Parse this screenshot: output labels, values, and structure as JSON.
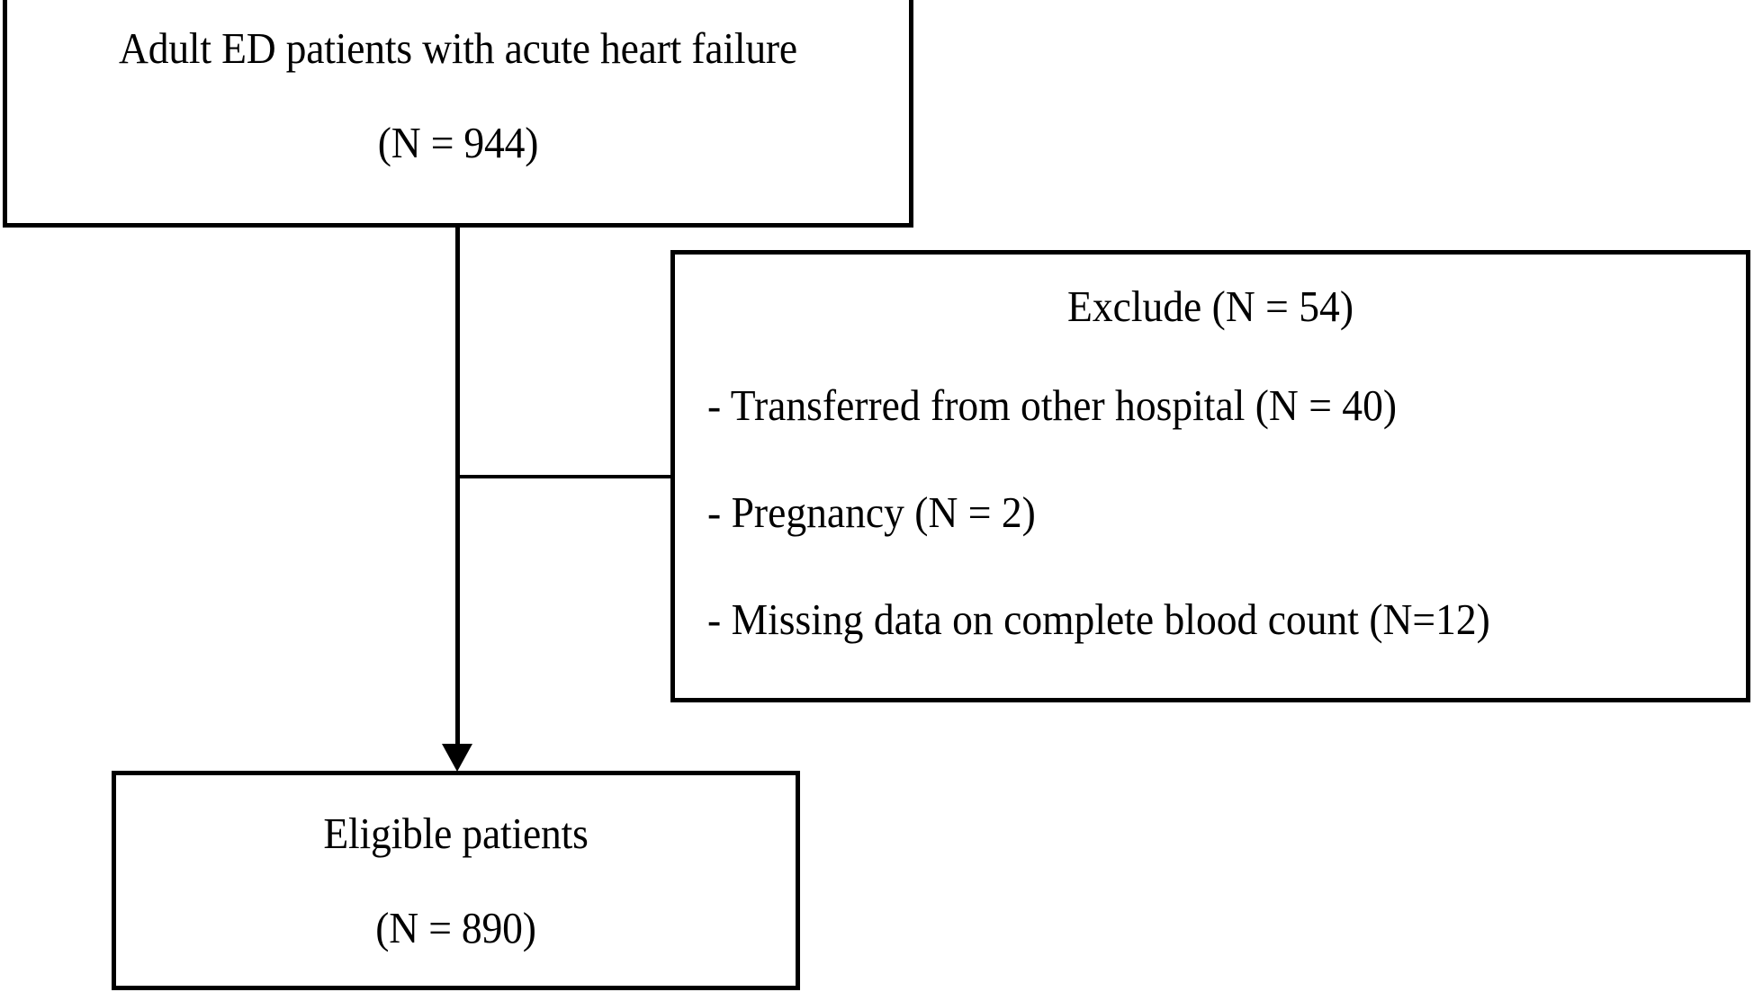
{
  "diagram": {
    "type": "study-flow-chart",
    "colors": {
      "stroke": "#000000",
      "fill": "#ffffff",
      "text": "#000000"
    },
    "enrolled": {
      "line1": "Adult ED patients with acute heart failure",
      "line2": "(N = 944)"
    },
    "exclude": {
      "title": "Exclude (N = 54)",
      "items": [
        "- Transferred from other hospital (N = 40)",
        "- Pregnancy (N = 2)",
        "- Missing data on complete blood count (N=12)"
      ]
    },
    "eligible": {
      "line1": "Eligible patients",
      "line2": "(N = 890)"
    }
  }
}
